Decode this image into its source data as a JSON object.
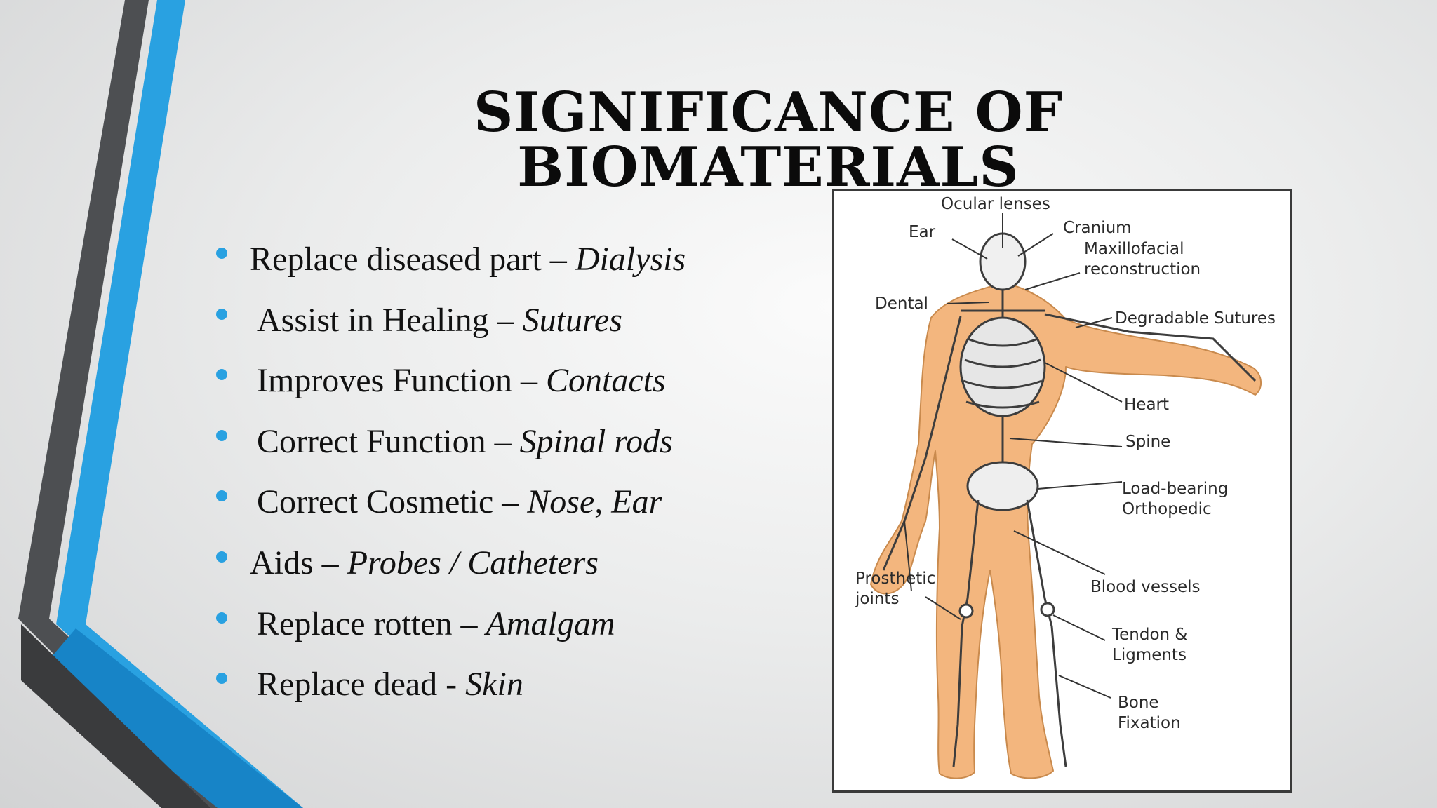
{
  "slide": {
    "title": "SIGNIFICANCE OF BIOMATERIALS",
    "accent_color": "#29a1e1",
    "bullets": [
      {
        "text": "Replace diseased part – ",
        "example": "Dialysis"
      },
      {
        "text": "Assist in Healing – ",
        "example": "Sutures"
      },
      {
        "text": "Improves Function – ",
        "example": "Contacts"
      },
      {
        "text": "Correct Function – ",
        "example": "Spinal rods"
      },
      {
        "text": "Correct Cosmetic – ",
        "example": "Nose, Ear"
      },
      {
        "text": "Aids – ",
        "example": "Probes / Catheters"
      },
      {
        "text": "Replace rotten – ",
        "example": "Amalgam"
      },
      {
        "text": "Replace dead - ",
        "example": "Skin"
      }
    ]
  },
  "figure": {
    "body_color": "#f3b67e",
    "labels": {
      "ocular_lenses": "Ocular lenses",
      "ear": "Ear",
      "cranium": "Cranium",
      "maxillofacial": "Maxillofacial\nreconstruction",
      "dental": "Dental",
      "degradable_sutures": "Degradable Sutures",
      "heart": "Heart",
      "spine": "Spine",
      "load_bearing": "Load-bearing\nOrthopedic",
      "prosthetic_joints": "Prosthetic\njoints",
      "blood_vessels": "Blood vessels",
      "tendon": "Tendon &\nLigments",
      "bone_fixation": "Bone\nFixation"
    }
  }
}
